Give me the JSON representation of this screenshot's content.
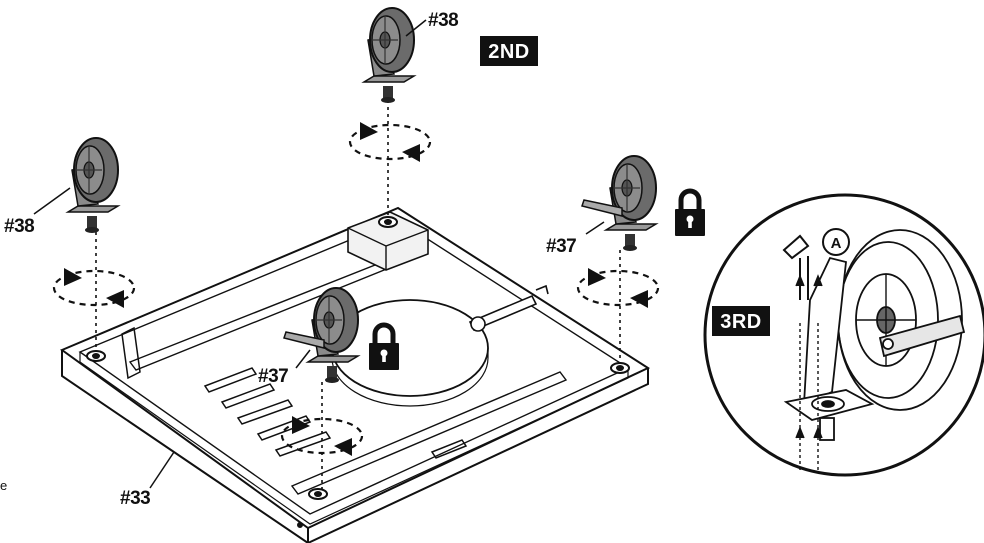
{
  "labels": {
    "caster_top": "#38",
    "caster_left": "#38",
    "caster_right": "#37",
    "caster_front": "#37",
    "base": "#33",
    "detail_callout": "A"
  },
  "steps": {
    "second": "2ND",
    "third": "3RD"
  },
  "edge_text": "e",
  "icons": {
    "rotate": "rotate-arrow-icon",
    "lock": "padlock-icon"
  },
  "colors": {
    "line": "#111111",
    "wheel_fill": "#6b6b6b",
    "step_tag": "#111111"
  }
}
